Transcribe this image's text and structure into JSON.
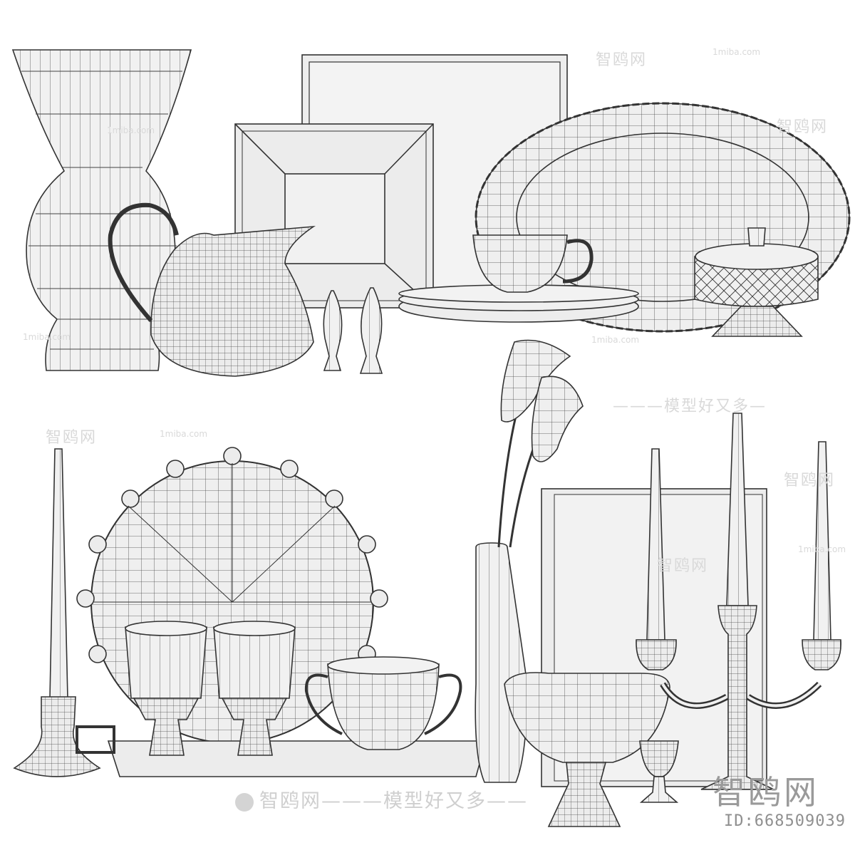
{
  "watermarks": {
    "site": "1miba.com",
    "brand": "智鸥网",
    "slogan": "———模型好又多—",
    "bottom": "智鸥网———模型好又多——",
    "corner": "智鸥网",
    "id_label": "ID:668509039"
  },
  "colors": {
    "line": "#3a3a3a",
    "fill": "#ebebeb",
    "bg": "#ffffff"
  }
}
